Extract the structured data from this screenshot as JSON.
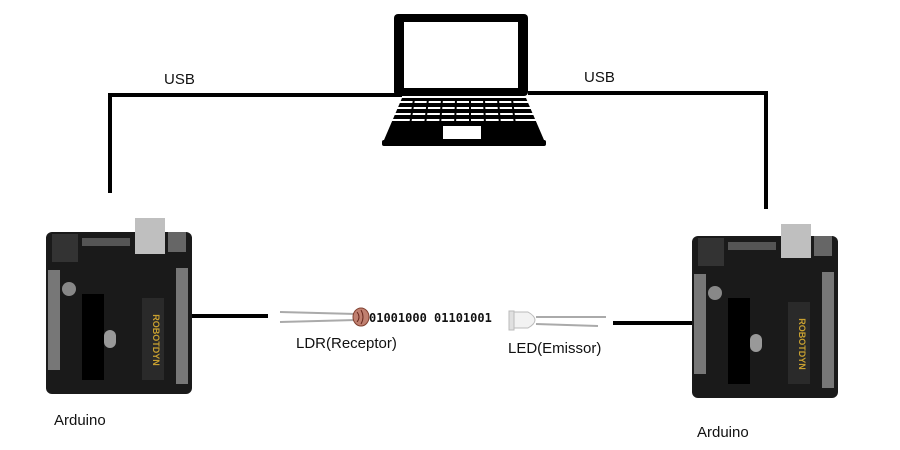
{
  "diagram": {
    "usb_left": "USB",
    "usb_right": "USB",
    "arduino_left": "Arduino",
    "arduino_right": "Arduino",
    "ldr_label": "LDR(Receptor)",
    "led_label": "LED(Emissor)",
    "bits": "01001000 01101001",
    "board_brand": "ROBOTDYN"
  }
}
